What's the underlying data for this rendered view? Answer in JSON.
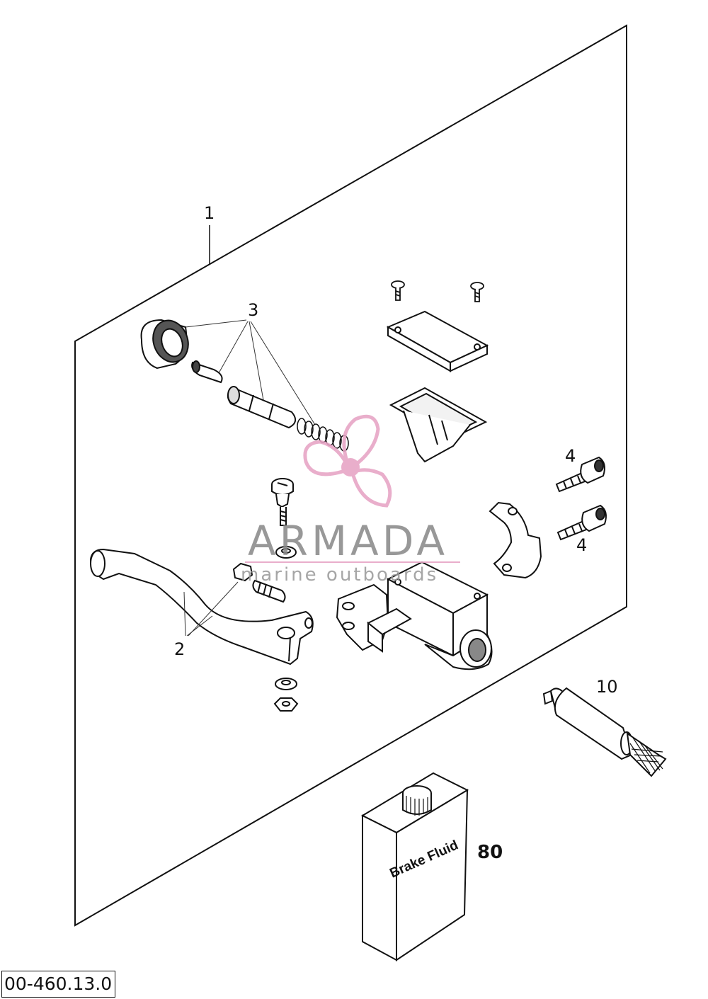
{
  "callouts": {
    "c1": "1",
    "c2": "2",
    "c3": "3",
    "c4a": "4",
    "c4b": "4",
    "c10": "10",
    "c80": "80"
  },
  "bottle": {
    "label": "Brake Fluid"
  },
  "watermark": {
    "brand": "ARMADA",
    "tagline": "marine outboards",
    "accent_color": "#e6a3c4",
    "icon": "propeller-icon"
  },
  "reference": {
    "code": "00-460.13.0"
  },
  "colors": {
    "line": "#111111",
    "watermark_text": "#8a8a8a"
  }
}
